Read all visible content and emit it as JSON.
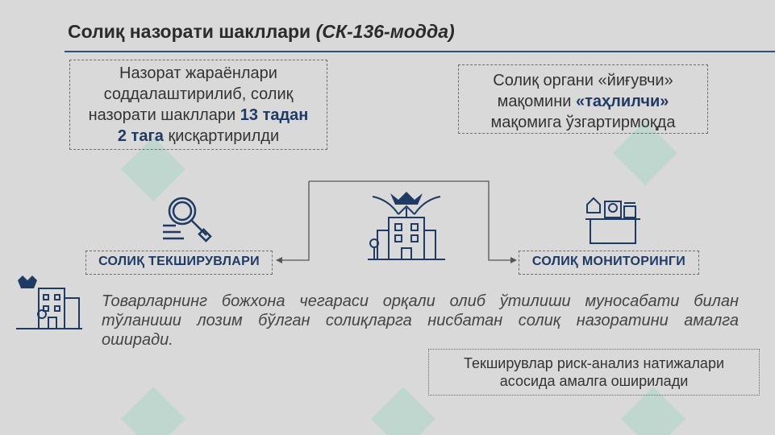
{
  "title": {
    "main": "Солиқ назорати шакллари ",
    "italic": "(СК-136-модда)"
  },
  "box_left": {
    "line1": "Назорат жараёнлари",
    "line2": "соддалаштирилиб, солиқ",
    "line3_pre": "назорати шакллари ",
    "line3_bold": "13 тадан",
    "line4_bold": "2 тага",
    "line4_post": " қисқартирилди"
  },
  "box_right": {
    "line1": "Солиқ органи «йиғувчи»",
    "line2_pre": "мақомини ",
    "line2_bold": "«таҳлилчи»",
    "line3": "мақомига ўзгартирмоқда"
  },
  "labels": {
    "left": "СОЛИҚ ТЕКШИРУВЛАРИ",
    "right": "СОЛИҚ МОНИТОРИНГИ"
  },
  "description": [
    "Товарларнинг божхона чегараси орқали олиб ўтилиши муносабати билан",
    "тўланиши лозим бўлган солиқларга нисбатан солиқ назоратини амалга",
    "оширади."
  ],
  "note": {
    "line1": "Текширувлар риск-анализ натижалари",
    "line2": "асосида амалга оширилади"
  },
  "icons": {
    "left": "magnifier-icon",
    "center": "tax-building-icon",
    "right": "monitoring-desk-icon",
    "small": "small-building-icon"
  },
  "colors": {
    "accent": "#1f3a64",
    "rule": "#2e4f7c",
    "note_border": "#b64848"
  }
}
